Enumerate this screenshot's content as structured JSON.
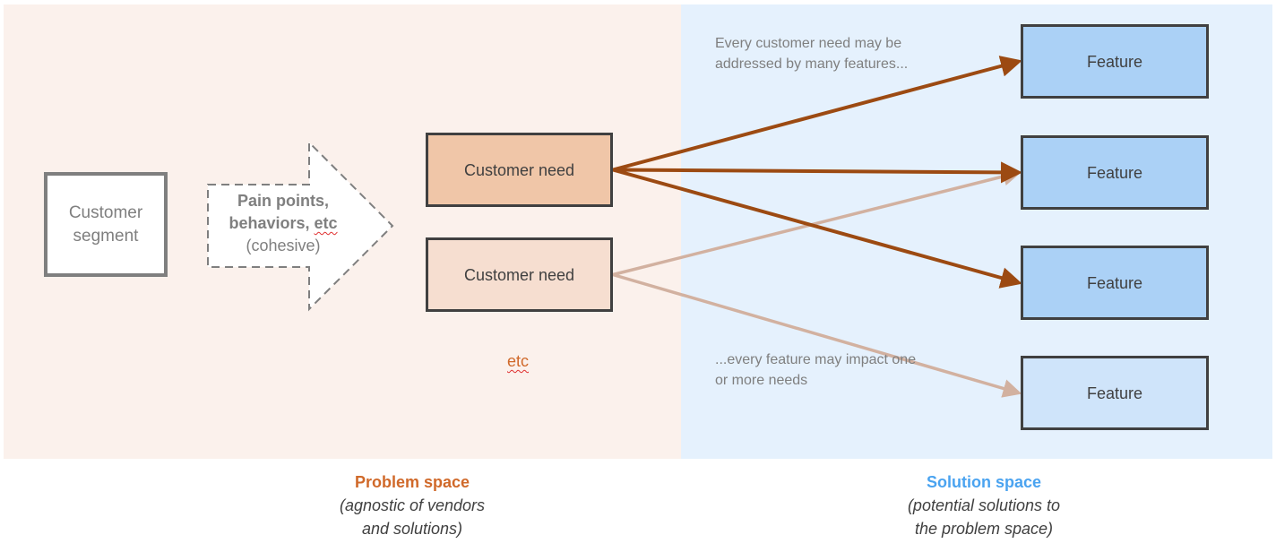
{
  "panels": {
    "problem": {
      "background": "#fbf1ec"
    },
    "solution": {
      "background": "#e5f1fd"
    }
  },
  "segment": {
    "line1": "Customer",
    "line2": "segment"
  },
  "pain_arrow": {
    "line1": "Pain points,",
    "line2_a": "behaviors, ",
    "line2_b": "etc",
    "line3": "(cohesive)"
  },
  "needs": [
    {
      "label": "Customer need",
      "emphasis": "strong"
    },
    {
      "label": "Customer need",
      "emphasis": "faded"
    }
  ],
  "features": [
    {
      "label": "Feature"
    },
    {
      "label": "Feature"
    },
    {
      "label": "Feature"
    },
    {
      "label": "Feature"
    }
  ],
  "connections": [
    {
      "from_need": 0,
      "to_feature": 0,
      "style": "strong"
    },
    {
      "from_need": 0,
      "to_feature": 1,
      "style": "strong"
    },
    {
      "from_need": 0,
      "to_feature": 2,
      "style": "strong"
    },
    {
      "from_need": 1,
      "to_feature": 1,
      "style": "faded"
    },
    {
      "from_need": 1,
      "to_feature": 3,
      "style": "faded"
    }
  ],
  "colors": {
    "strong_arrow": "#9c4a12",
    "faded_arrow": "#d2b1a0",
    "problem_accent": "#d0692a",
    "solution_accent": "#4aa3f0"
  },
  "notes": {
    "top": "Every customer need may be addressed by many features...",
    "bottom": "...every feature may impact one or more needs"
  },
  "etc_label": "etc",
  "captions": {
    "problem": {
      "title": "Problem space",
      "line1": "(agnostic of vendors",
      "line2": "and solutions)"
    },
    "solution": {
      "title": "Solution space",
      "line1": "(potential solutions to",
      "line2": "the problem space)"
    }
  }
}
